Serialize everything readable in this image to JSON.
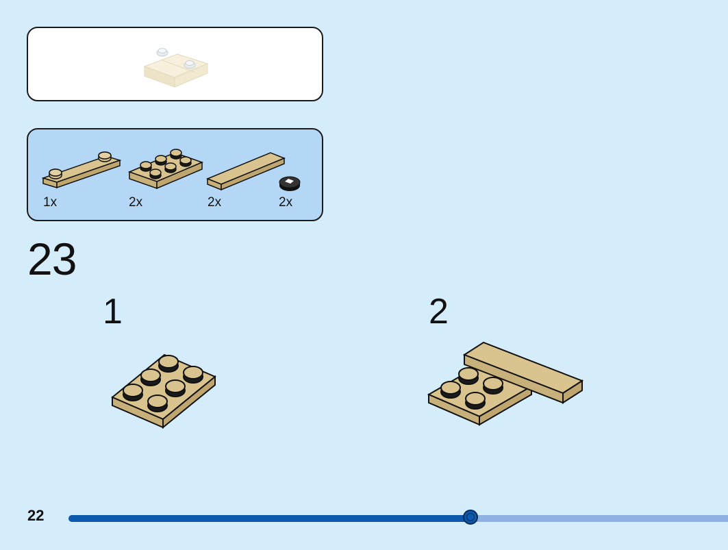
{
  "subassembly": {
    "icon": "tan-plate-with-clips-icon"
  },
  "parts_list": {
    "items": [
      {
        "icon": "tan-plate-1x4-with-2-studs-icon",
        "count": "1x"
      },
      {
        "icon": "tan-plate-2x3-icon",
        "count": "2x"
      },
      {
        "icon": "tan-tile-1x4-icon",
        "count": "2x"
      },
      {
        "icon": "black-round-tile-printed-icon",
        "count": "2x"
      }
    ]
  },
  "step": {
    "number": "23"
  },
  "substeps": [
    {
      "number": "1",
      "icon": "tan-plate-2x3-icon"
    },
    {
      "number": "2",
      "icon": "tan-plate-with-tile-icon"
    }
  ],
  "footer": {
    "page_number": "22"
  },
  "progress": {
    "fraction": 0.61
  },
  "colors": {
    "background": "#d5ecfb",
    "parts_box": "#b3d7f5",
    "tan": "#d9c38f",
    "progress": "#0b5aad",
    "progress_track": "#8fb0e2"
  }
}
